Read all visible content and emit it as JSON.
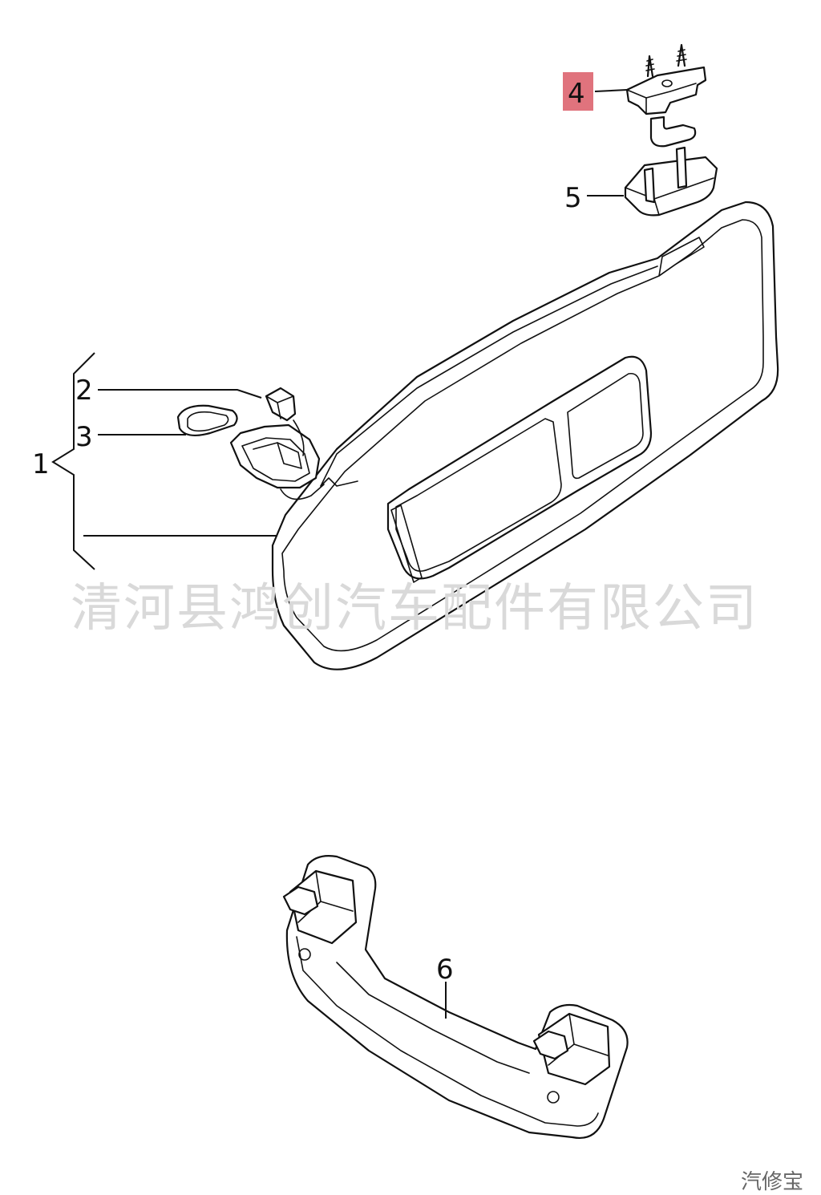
{
  "callouts": [
    {
      "id": "c1",
      "label": "1"
    },
    {
      "id": "c2",
      "label": "2"
    },
    {
      "id": "c3",
      "label": "3"
    },
    {
      "id": "c4",
      "label": "4",
      "highlight": "#e0737d"
    },
    {
      "id": "c5",
      "label": "5"
    },
    {
      "id": "c6",
      "label": "6"
    }
  ],
  "watermark": "清河县鸿创汽车配件有限公司",
  "corner_watermark": "汽修宝"
}
